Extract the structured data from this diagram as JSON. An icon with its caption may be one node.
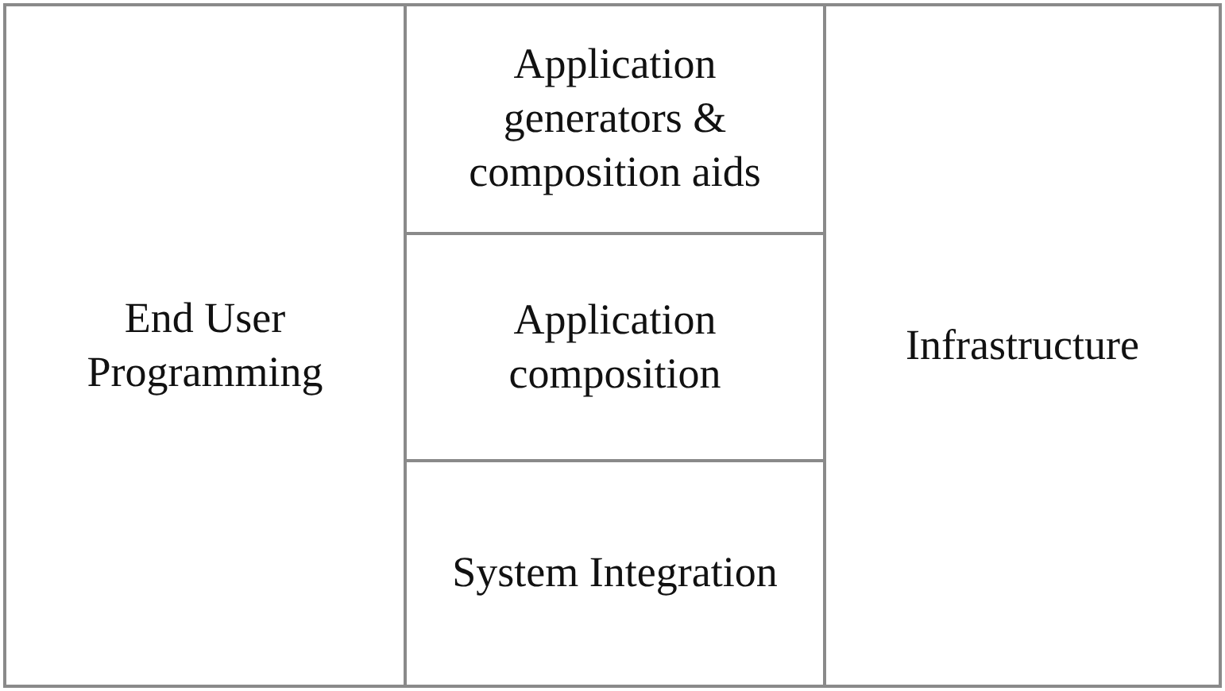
{
  "diagram": {
    "nodes": [
      {
        "text": [
          "End User Programming"
        ]
      },
      {
        "text": [
          "Application generators & composition aids"
        ]
      },
      {
        "text": [
          "Application composition"
        ]
      },
      {
        "text": [
          "System Integration"
        ]
      },
      {
        "text": [
          "Infrastructure"
        ]
      }
    ]
  }
}
